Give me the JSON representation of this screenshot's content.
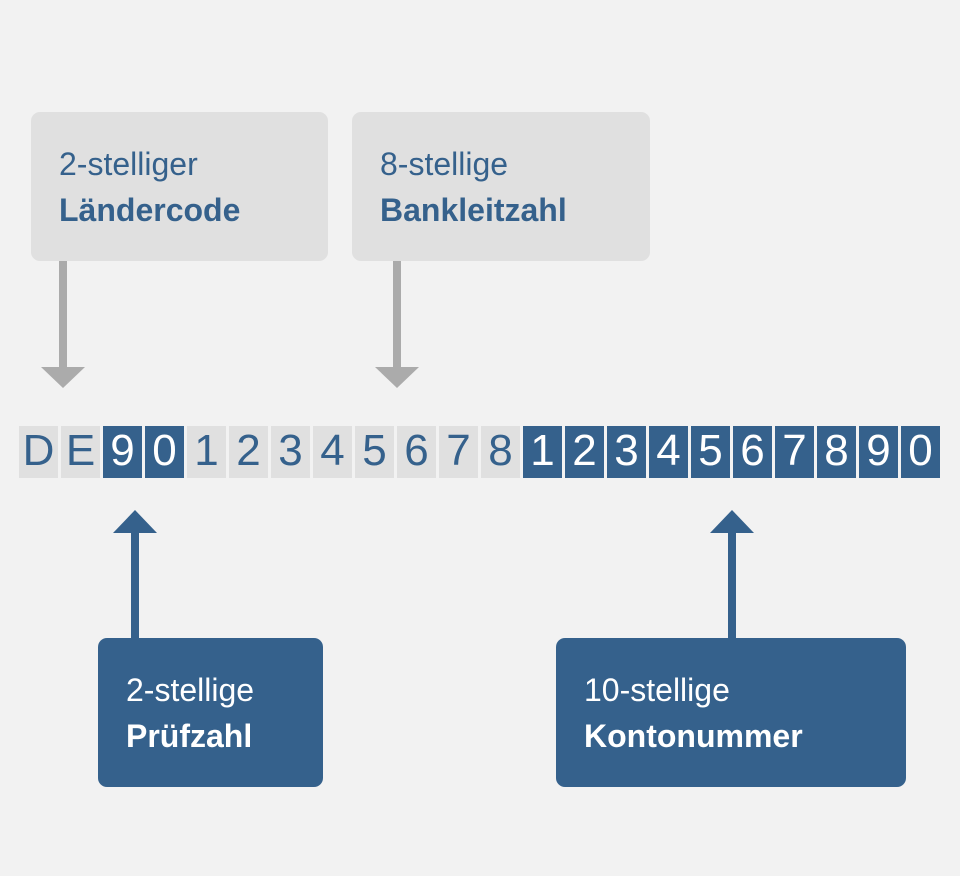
{
  "colors": {
    "background": "#f2f2f2",
    "box_gray": "#e0e0e0",
    "brand_blue": "#35618c",
    "arrow_gray": "#ababab",
    "text_on_blue": "#ffffff"
  },
  "top_labels": [
    {
      "line1": "2-stelliger",
      "line2": "Ländercode"
    },
    {
      "line1": "8-stellige",
      "line2": "Bankleitzahl"
    }
  ],
  "bottom_labels": [
    {
      "line1": "2-stellige",
      "line2": "Prüfzahl"
    },
    {
      "line1": "10-stellige",
      "line2": "Kontonummer"
    }
  ],
  "iban": {
    "full": "DE90123456781234567890",
    "cells": [
      {
        "char": "D",
        "variant": "gray",
        "segment": "laendercode"
      },
      {
        "char": "E",
        "variant": "gray",
        "segment": "laendercode"
      },
      {
        "char": "9",
        "variant": "blue",
        "segment": "pruefzahl"
      },
      {
        "char": "0",
        "variant": "blue",
        "segment": "pruefzahl"
      },
      {
        "char": "1",
        "variant": "gray",
        "segment": "bankleitzahl"
      },
      {
        "char": "2",
        "variant": "gray",
        "segment": "bankleitzahl"
      },
      {
        "char": "3",
        "variant": "gray",
        "segment": "bankleitzahl"
      },
      {
        "char": "4",
        "variant": "gray",
        "segment": "bankleitzahl"
      },
      {
        "char": "5",
        "variant": "gray",
        "segment": "bankleitzahl"
      },
      {
        "char": "6",
        "variant": "gray",
        "segment": "bankleitzahl"
      },
      {
        "char": "7",
        "variant": "gray",
        "segment": "bankleitzahl"
      },
      {
        "char": "8",
        "variant": "gray",
        "segment": "bankleitzahl"
      },
      {
        "char": "1",
        "variant": "blue",
        "segment": "kontonummer"
      },
      {
        "char": "2",
        "variant": "blue",
        "segment": "kontonummer"
      },
      {
        "char": "3",
        "variant": "blue",
        "segment": "kontonummer"
      },
      {
        "char": "4",
        "variant": "blue",
        "segment": "kontonummer"
      },
      {
        "char": "5",
        "variant": "blue",
        "segment": "kontonummer"
      },
      {
        "char": "6",
        "variant": "blue",
        "segment": "kontonummer"
      },
      {
        "char": "7",
        "variant": "blue",
        "segment": "kontonummer"
      },
      {
        "char": "8",
        "variant": "blue",
        "segment": "kontonummer"
      },
      {
        "char": "9",
        "variant": "blue",
        "segment": "kontonummer"
      },
      {
        "char": "0",
        "variant": "blue",
        "segment": "kontonummer"
      }
    ]
  }
}
